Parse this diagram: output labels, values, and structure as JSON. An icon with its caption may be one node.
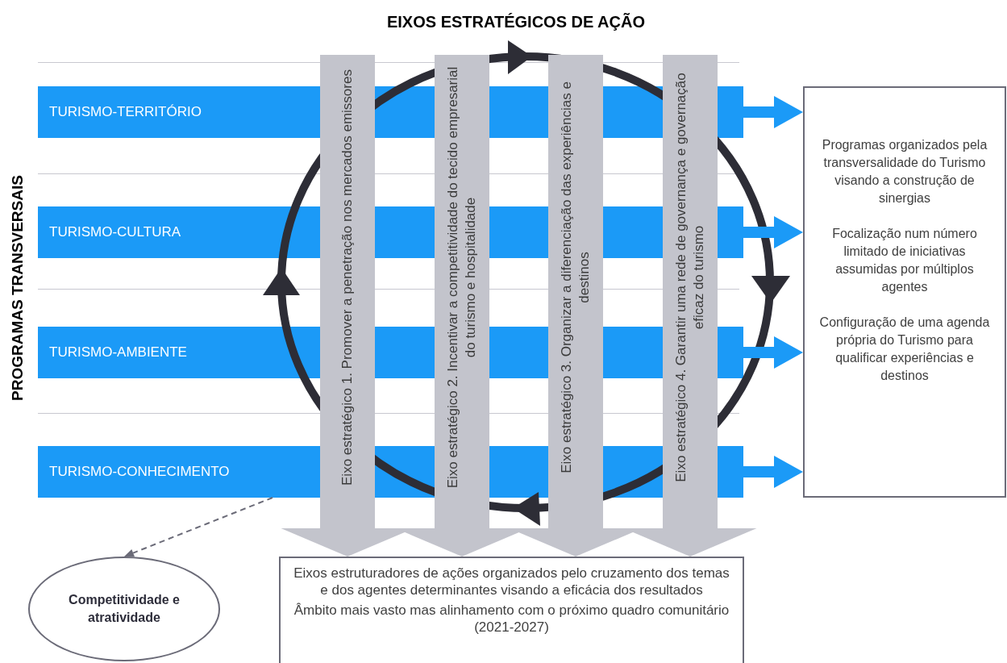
{
  "diagram": {
    "title": "EIXOS ESTRATÉGICOS DE AÇÃO",
    "nodes": [
      {
        "text": [
          "TURISMO-TERRITÓRIO"
        ]
      },
      {
        "text": [
          "TURISMO-CULTURA"
        ]
      },
      {
        "text": [
          "TURISMO-AMBIENTE"
        ]
      },
      {
        "text": [
          "TURISMO-CONHECIMENTO"
        ]
      },
      {
        "text": [
          "Eixo estratégico 1. Promover a penetração nos mercados emissores"
        ]
      },
      {
        "text": [
          "Eixo estratégico 2. Incentivar a competitividade do tecido empresarial do turismo e hospitalidade"
        ]
      },
      {
        "text": [
          "Eixo estratégico 3. Organizar a diferenciação das experiências e destinos"
        ]
      },
      {
        "text": [
          "Eixo estratégico 4. Garantir uma rede de governança e governação eficaz do turismo"
        ]
      },
      {
        "text": [
          "Programas organizados pela transversalidade do Turismo visando a construção de sinergias",
          "Focalização num número limitado de iniciativas assumidas por múltiplos agentes",
          "Configuração de uma agenda própria do Turismo para qualificar experiências e destinos"
        ]
      },
      {
        "text": [
          "Eixos estruturadores de ações organizados pelo cruzamento dos temas e dos agentes determinantes visando a eficácia dos resultados",
          "Âmbito mais vasto mas alinhamento com o próximo quadro comunitário (2021-2027)"
        ]
      },
      {
        "text": [
          "Competitividade e atratividade"
        ]
      }
    ],
    "edges": [
      {
        "from": 0,
        "to": 8,
        "arrow": "to",
        "color": "#1b9af7"
      },
      {
        "from": 1,
        "to": 8,
        "arrow": "to",
        "color": "#1b9af7"
      },
      {
        "from": 2,
        "to": 8,
        "arrow": "to",
        "color": "#1b9af7"
      },
      {
        "from": 3,
        "to": 8,
        "arrow": "to",
        "color": "#1b9af7"
      },
      {
        "from": 4,
        "to": 9,
        "arrow": "to",
        "style": "thick",
        "color": "#c3c4cc"
      },
      {
        "from": 5,
        "to": 9,
        "arrow": "to",
        "style": "thick",
        "color": "#c3c4cc"
      },
      {
        "from": 6,
        "to": 9,
        "arrow": "to",
        "style": "thick",
        "color": "#c3c4cc"
      },
      {
        "from": 7,
        "to": 9,
        "arrow": "to",
        "style": "thick",
        "color": "#c3c4cc"
      },
      {
        "from": 3,
        "to": 10,
        "arrow": "to",
        "style": "dashed",
        "color": "#6b6b78"
      }
    ],
    "labels": [
      "PROGRAMAS TRANSVERSAIS"
    ]
  }
}
